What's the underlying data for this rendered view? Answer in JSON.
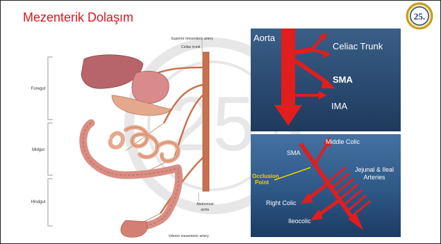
{
  "slide": {
    "title": "Mezenterik Dolaşım",
    "badge_number": "25."
  },
  "anatomy": {
    "region_labels": [
      "Foregut",
      "Midgut",
      "Hindgut"
    ],
    "vessel_labels": {
      "superior_mesenteric": "Superior mesenteric artery",
      "celiac": "Celiac trunk",
      "abdominal_aorta_line1": "Abdominal",
      "abdominal_aorta_line2": "aorta",
      "inferior_mesenteric": "Inferior mesenteric artery"
    }
  },
  "panel_top": {
    "aorta": "Aorta",
    "celiac": "Celiac Trunk",
    "sma": "SMA",
    "ima": "IMA"
  },
  "panel_bottom": {
    "sma": "SMA",
    "middle_colic": "Middle Colic",
    "occlusion_line1": "Occlusion",
    "occlusion_line2": "Point",
    "jejunal_line1": "Jejunal & Ileal",
    "jejunal_line2": "Arteries",
    "right_colic": "Right Colic",
    "ileocolic": "Ileocolic"
  },
  "colors": {
    "title": "#e0141c",
    "artery": "#e02020",
    "occlusion_label": "#f5d000"
  }
}
